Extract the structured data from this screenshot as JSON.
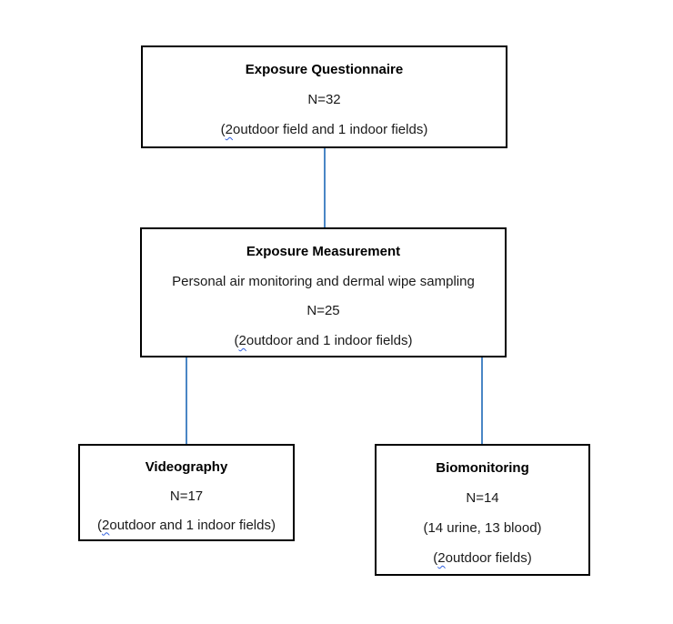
{
  "diagram": {
    "type": "flowchart",
    "connector_color": "#4a86c5",
    "squiggle_color": "#2f5fde",
    "box_border_color": "#000000",
    "boxes": {
      "questionnaire": {
        "title": "Exposure Questionnaire",
        "n": "N=32",
        "detail_open": "(",
        "detail_num": "2",
        "detail_rest": " outdoor field and 1 indoor fields)"
      },
      "measurement": {
        "title": "Exposure Measurement",
        "subtitle": "Personal air monitoring and dermal wipe sampling",
        "n": "N=25",
        "detail_open": "(",
        "detail_num": "2",
        "detail_rest": " outdoor and 1 indoor fields)"
      },
      "videography": {
        "title": "Videography",
        "n": "N=17",
        "detail_open": "(",
        "detail_num": "2",
        "detail_rest": " outdoor and 1 indoor fields)"
      },
      "biomonitoring": {
        "title": "Biomonitoring",
        "n": "N=14",
        "samples": "(14 urine, 13 blood)",
        "detail_open": "(",
        "detail_num": "2",
        "detail_rest": " outdoor fields)"
      }
    },
    "connections": [
      "questionnaire -> measurement",
      "measurement -> videography",
      "measurement -> biomonitoring"
    ]
  }
}
